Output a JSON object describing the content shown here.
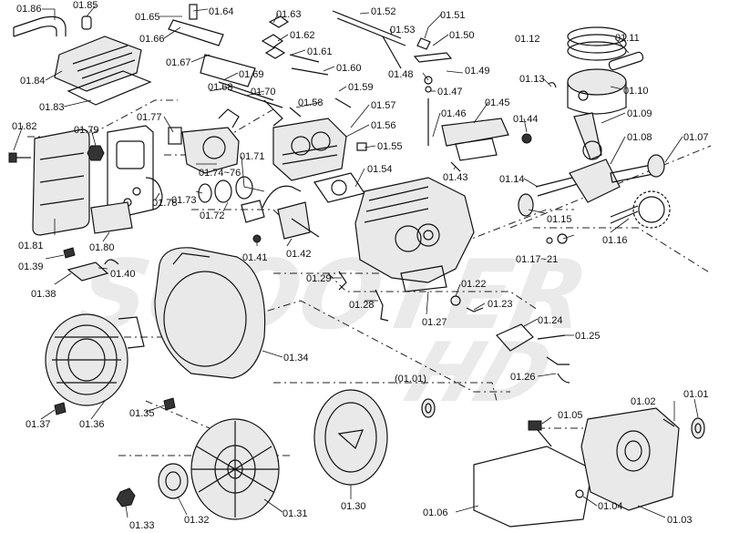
{
  "watermark": {
    "text": "SCOOTER",
    "suffix": "HD"
  },
  "labels": {
    "p0186": "01.86",
    "p0185": "01.85",
    "p0165": "01.65",
    "p0164": "01.64",
    "p0163": "01.63",
    "p0152": "01.52",
    "p0151": "01.51",
    "p0166": "01.66",
    "p0162": "01.62",
    "p0153": "01.53",
    "p0150": "01.50",
    "p0112": "01.12",
    "p0111": "01.11",
    "p0167": "01.67",
    "p0161": "01.61",
    "p0184": "01.84",
    "p0169": "01.69",
    "p0160": "01.60",
    "p0148": "01.48",
    "p0149": "01.49",
    "p0168": "01.68",
    "p0113": "01.13",
    "p0110": "01.10",
    "p0147": "01.47",
    "p0159": "01.59",
    "p0170": "01.70",
    "p0183": "01.83",
    "p0158": "01.58",
    "p0145": "01.45",
    "p0157": "01.57",
    "p0109": "01.09",
    "p0177": "01.77",
    "p0146": "01.46",
    "p0144": "01.44",
    "p0182": "01.82",
    "p0179": "01.79",
    "p0156": "01.56",
    "p0108": "01.08",
    "p0107": "01.07",
    "p0155": "01.55",
    "p0171": "01.71",
    "p01747": "01.74~76",
    "p0143": "01.43",
    "p0154": "01.54",
    "p0114": "01.14",
    "p0173": "01.73",
    "p0178": "01.78",
    "p0172": "01.72",
    "p0115": "01.15",
    "p0181": "01.81",
    "p0180": "01.80",
    "p0141": "01.41",
    "p0142": "01.42",
    "p0117": "01.17~21",
    "p0116": "01.16",
    "p0139": "01.39",
    "p0140": "01.40",
    "p0129": "01.29",
    "p0122": "01.22",
    "p0138": "01.38",
    "p0128": "01.28",
    "p0123": "01.23",
    "p0127": "01.27",
    "p0124": "01.24",
    "p0125": "01.25",
    "p0134": "01.34",
    "p0126": "01.26",
    "p0101p": "(01.01)",
    "p0102": "01.02",
    "p0101": "01.01",
    "p0137": "01.37",
    "p0136": "01.36",
    "p0135": "01.35",
    "p0105": "01.05",
    "p0133": "01.33",
    "p0132": "01.32",
    "p0131": "01.31",
    "p0130": "01.30",
    "p0106": "01.06",
    "p0104": "01.04",
    "p0103": "01.03"
  }
}
